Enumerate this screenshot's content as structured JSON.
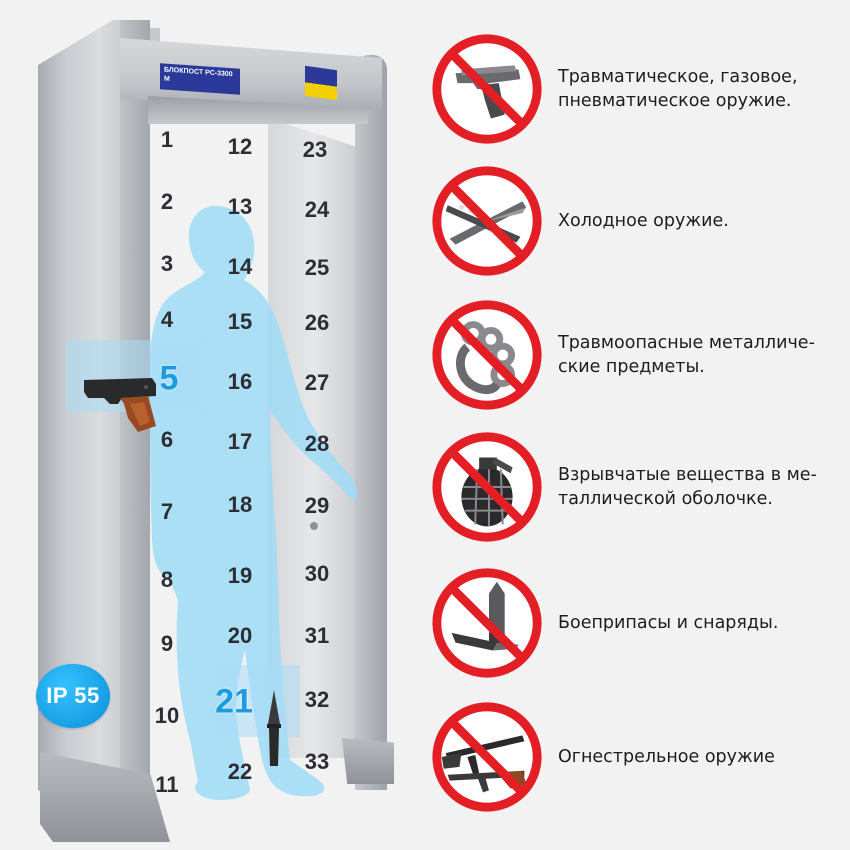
{
  "colors": {
    "ban_red": "#e31e24",
    "zone_highlight": "#1d9be0",
    "silhouette": "#9fdcf7",
    "badge": "#1aa6ec"
  },
  "detector": {
    "brand_text": "БЛОКПОСТ PC-3300 M",
    "ip_rating": "IP 55",
    "highlighted_zones": [
      "5",
      "21"
    ]
  },
  "zones": {
    "left": [
      "1",
      "2",
      "3",
      "4",
      "5",
      "6",
      "7",
      "8",
      "9",
      "10",
      "11"
    ],
    "middle": [
      "12",
      "13",
      "14",
      "15",
      "16",
      "17",
      "18",
      "19",
      "20",
      "21",
      "22"
    ],
    "right": [
      "23",
      "24",
      "25",
      "26",
      "27",
      "28",
      "29",
      "30",
      "31",
      "32",
      "33"
    ]
  },
  "prohibited": [
    {
      "icon": "pistol-icon",
      "text": "Травматическое, газовое,\nпневматическое оружие."
    },
    {
      "icon": "butterfly-knife-icon",
      "text": "Холодное оружие."
    },
    {
      "icon": "brass-knuckles-icon",
      "text": "Травмоопасные металличе-\nские предметы."
    },
    {
      "icon": "grenade-icon",
      "text": "Взрывчатые вещества в ме-\nталлической оболочке."
    },
    {
      "icon": "ammunition-icon",
      "text": "Боеприпасы и снаряды."
    },
    {
      "icon": "rifle-icon",
      "text": "Огнестрельное оружие"
    }
  ]
}
